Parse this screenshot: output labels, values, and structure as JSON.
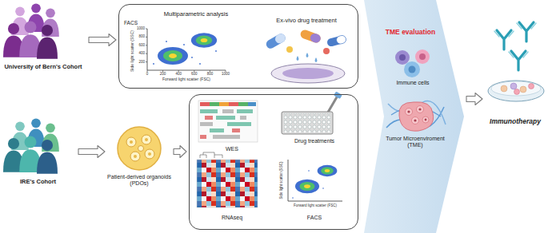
{
  "diagram": {
    "nodes": [
      {
        "text": [
          "University of Bern's Cohort"
        ]
      },
      {
        "text": [
          "Multiparametric analysis",
          "FACS",
          "Ex-vivo drug treatment"
        ]
      },
      {
        "text": [
          "IRE's Cohort"
        ]
      },
      {
        "text": [
          "Patient-derived organoids (PDOs)"
        ]
      },
      {
        "text": [
          "WES",
          "Drug treatments",
          "RNAseq",
          "FACS"
        ]
      },
      {
        "text": [
          "TME evaluation"
        ]
      },
      {
        "text": [
          "Immune cells"
        ],
        "in": 5
      },
      {
        "text": [
          "Tumor Microenviroment (TME)"
        ],
        "in": 5
      },
      {
        "text": [
          "Immunotherapy"
        ]
      }
    ],
    "edges": [
      {
        "from": 0,
        "to": 1,
        "arrow": "to"
      },
      {
        "from": 2,
        "to": 3,
        "arrow": "to"
      },
      {
        "from": 3,
        "to": 4,
        "arrow": "to"
      },
      {
        "from": 5,
        "to": 8,
        "arrow": "to"
      }
    ],
    "labels": [
      "Side light scatter (SSC)",
      "Forward light scatter (FSC)",
      "0",
      "200",
      "400",
      "600",
      "800",
      "1000",
      "200",
      "400",
      "600",
      "800",
      "1000",
      "Side light scatter (SSC)",
      "Forward light scatter (FSC)"
    ]
  }
}
